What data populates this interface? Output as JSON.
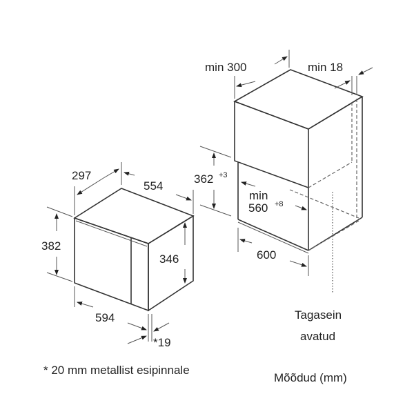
{
  "appliance": {
    "depth": "297",
    "width_top": "554",
    "height": "382",
    "inner_height": "346",
    "width_front": "594",
    "panel": "*19"
  },
  "niche": {
    "depth_min": "min 300",
    "side_min": "min 18",
    "height": "362",
    "height_tol": "+3",
    "width_min_label": "min",
    "width_min": "560",
    "width_tol": "+8",
    "cabinet_width": "600",
    "back_wall_line1": "Tagasein",
    "back_wall_line2": "avatud"
  },
  "footnote": "* 20 mm metallist esipinnale",
  "units_note": "Mõõdud (mm)"
}
